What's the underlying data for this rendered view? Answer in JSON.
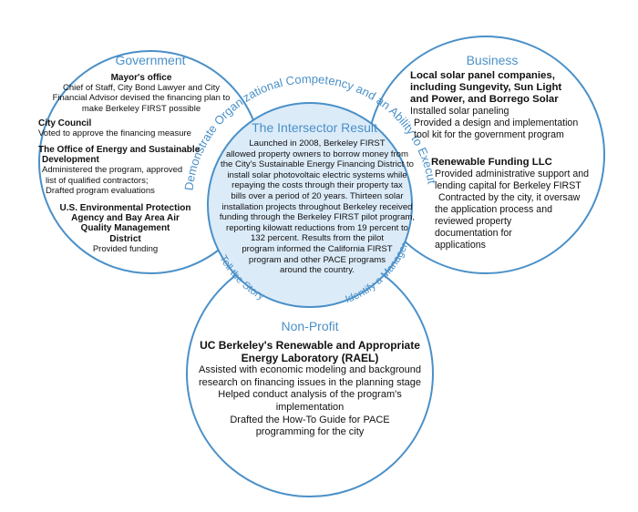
{
  "colors": {
    "outline": "#4a90c8",
    "center_fill": "#dcebf8",
    "title": "#4a90c8"
  },
  "government": {
    "title": "Government",
    "mayor_name": "Mayor's office",
    "mayor_desc_1": "Chief of Staff, City Bond Lawyer and City",
    "mayor_desc_2": "Financial Advisor devised the financing plan to",
    "mayor_desc_3": "make Berkeley FIRST possible",
    "council_name": "City Council",
    "council_desc": "Voted to approve the financing measure",
    "energy_name_1": "The Office of Energy and Sustainable",
    "energy_name_2": "Development",
    "energy_desc_1": "Administered the program, approved",
    "energy_desc_2": "list of qualified contractors;",
    "energy_desc_3": "Drafted program evaluations",
    "epa_name_1": "U.S. Environmental Protection",
    "epa_name_2": "Agency and Bay Area Air",
    "epa_name_3": "Quality Management",
    "epa_name_4": "District",
    "epa_desc": "Provided funding"
  },
  "business": {
    "title": "Business",
    "solar_name_1": "Local solar panel companies,",
    "solar_name_2": "including Sungevity, Sun Light",
    "solar_name_3": "and Power, and Borrego Solar",
    "solar_desc_1": "Installed solar paneling",
    "solar_desc_2": "Provided a design and implementation",
    "solar_desc_3": "tool kit for the government program",
    "rf_name": "Renewable Funding LLC",
    "rf_desc_1": "Provided administrative support and",
    "rf_desc_2": "lending capital for Berkeley FIRST",
    "rf_desc_3": "Contracted by the city, it oversaw",
    "rf_desc_4": "the application process and",
    "rf_desc_5": "reviewed property",
    "rf_desc_6": "documentation for",
    "rf_desc_7": "applications"
  },
  "nonprofit": {
    "title": "Non-Profit",
    "rael_name_1": "UC Berkeley's Renewable and Appropriate",
    "rael_name_2": "Energy Laboratory (RAEL)",
    "desc_1": "Assisted with economic modeling and background",
    "desc_2": "research on financing issues in the planning stage",
    "desc_3": "Helped conduct analysis of the program's",
    "desc_4": "implementation",
    "desc_5": "Drafted the How-To Guide for PACE",
    "desc_6": "programming for the city"
  },
  "intersector": {
    "title": "The Intersector Result",
    "lines": [
      "Launched in 2008, Berkeley FIRST",
      "allowed property owners to borrow money from",
      "the City's Sustainable Energy Financing District to",
      "install solar photovoltaic electric systems while",
      "repaying the costs through their property tax",
      "bills over a period of 20 years. Thirteen solar",
      "installation projects throughout Berkeley received",
      "funding through the Berkeley FIRST pilot program,",
      "reporting kilowatt reductions from 19 percent to",
      "132 percent. Results from the pilot",
      "program informed the California FIRST",
      "program and other PACE programs",
      "around the country."
    ],
    "arc_top": "Demonstrate Organizational Competency and an Ability to Execute",
    "arc_left": "Tell the Story",
    "arc_right": "Identify a Manager"
  }
}
